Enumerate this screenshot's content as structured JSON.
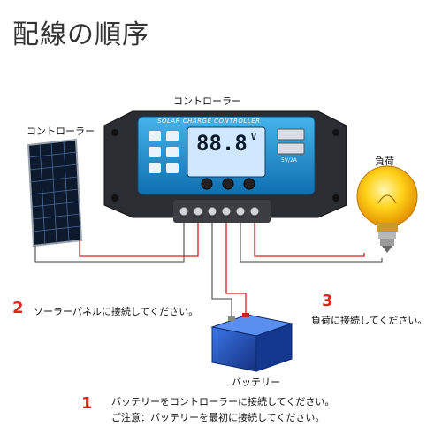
{
  "title": "配線の順序",
  "controller": {
    "label": "コントローラー",
    "brand": "SOLAR CHARGE CONTROLLER",
    "lcd_reading": "88.8",
    "lcd_unit": "V",
    "usb_label": "5V/2A"
  },
  "panel": {
    "label": "コントローラー"
  },
  "load": {
    "label": "負荷"
  },
  "battery": {
    "label": "バッテリー"
  },
  "steps": [
    {
      "number": "2",
      "text": "ソーラーパネルに接続してください。"
    },
    {
      "number": "3",
      "text": "負荷に接続してください。"
    },
    {
      "number": "1",
      "lines": [
        "バッテリーをコントローラーに接続してください。",
        "ご注意：バッテリーを最初に接続してください。"
      ]
    }
  ],
  "colors": {
    "accent_red": "#e2231a",
    "controller_body": "#2a2d31",
    "controller_face": "#1e9ad6",
    "lcd": "#cfe8ff",
    "battery_blue": "#1f4fbf",
    "bulb_yellow": "#f8c000"
  }
}
